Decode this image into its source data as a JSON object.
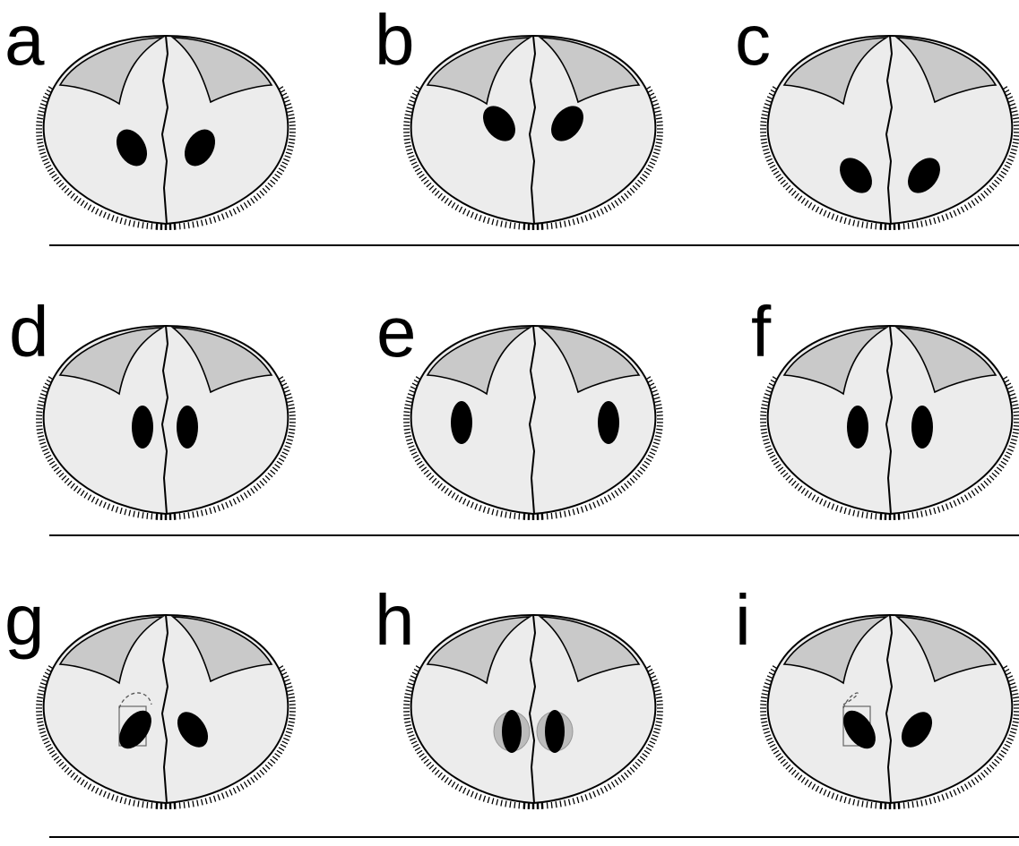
{
  "figure": {
    "colors": {
      "body_fill": "#ececec",
      "region_fill": "#c9c9c9",
      "outline": "#000000",
      "spot_fill": "#000000",
      "halo_fill": "#b4b4b4",
      "rule": "#000000"
    },
    "panels": [
      {
        "label": "a",
        "spots": "inner-angled-mid"
      },
      {
        "label": "b",
        "spots": "angled-upper"
      },
      {
        "label": "c",
        "spots": "angled-lower"
      },
      {
        "label": "d",
        "spots": "upright-close"
      },
      {
        "label": "e",
        "spots": "upright-wide"
      },
      {
        "label": "f",
        "spots": "upright-medium"
      },
      {
        "label": "g",
        "spots": "rotation-counterclockwise"
      },
      {
        "label": "h",
        "spots": "upright-with-halo"
      },
      {
        "label": "i",
        "spots": "rotation-clockwise"
      }
    ]
  }
}
